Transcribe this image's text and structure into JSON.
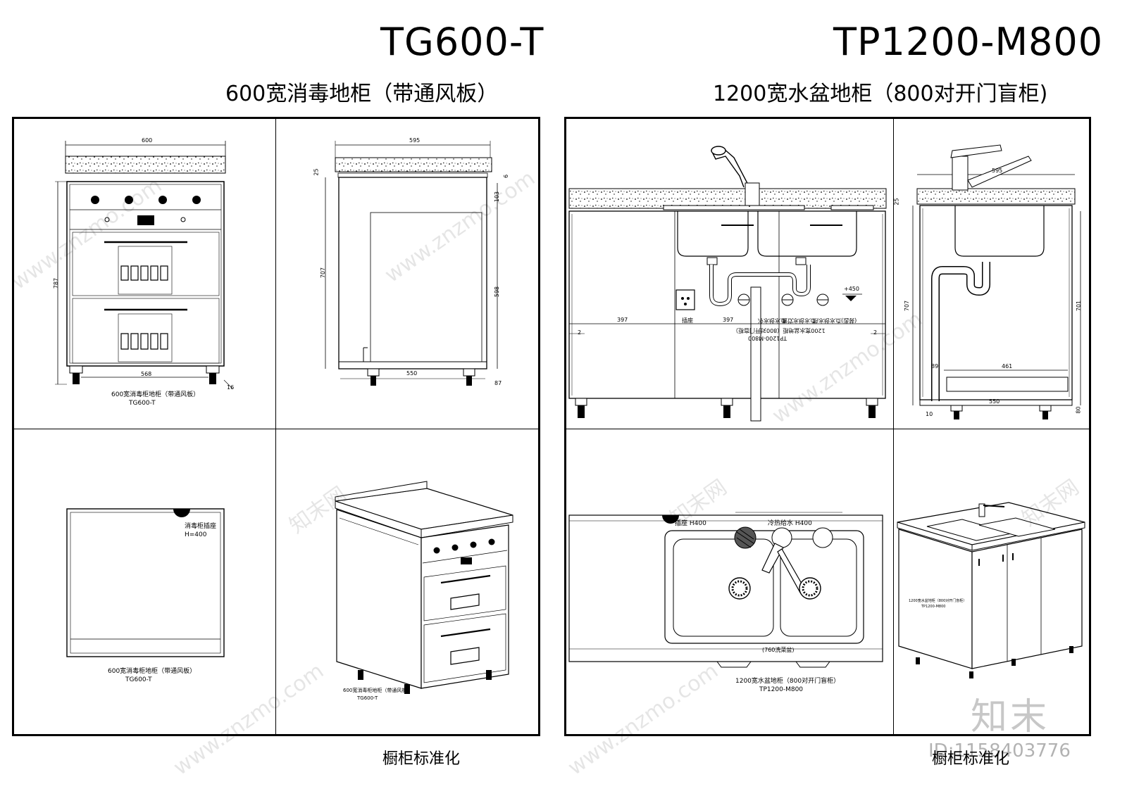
{
  "left": {
    "code": "TG600-T",
    "subtitle": "600宽消毒地柜（带通风板）",
    "front_view": {
      "dims": {
        "top": "600",
        "height": "787",
        "inner": "568",
        "foot": "16"
      },
      "caption_1": "600宽消毒柜地柜（带通风板）",
      "caption_2": "TG600-T"
    },
    "side_view": {
      "dims": {
        "width": "595",
        "top": "25",
        "right_top": "6",
        "d103": "103",
        "d707": "707",
        "d598": "598",
        "base": "550",
        "foot": "87"
      }
    },
    "plan_view": {
      "socket_label": "消毒柜插座",
      "socket_height": "H=400",
      "caption_1": "600宽消毒柜地柜（带通风板）",
      "caption_2": "TG600-T"
    },
    "iso_view": {
      "caption_1": "600宽消毒柜地柜（带通风板）",
      "caption_2": "TG600-T"
    },
    "footer": "橱柜标准化"
  },
  "right": {
    "code": "TP1200-M800",
    "subtitle": "1200宽水盆地柜（800对开门盲柜)",
    "front_view": {
      "dims": {
        "a": "397",
        "b": "397",
        "left_2": "2",
        "right_2": "2",
        "plus450": "+450"
      },
      "labels": [
        "插座",
        "冷水给水点",
        "直饮水给水点",
        "热水给水点(选装)"
      ],
      "mirror_caption_1": "1200宽水盆地柜（800对开门盲柜）",
      "mirror_caption_2": "TP1200-M800"
    },
    "side_view": {
      "dims": {
        "width": "595",
        "top": "25",
        "d707": "707",
        "d701": "701",
        "d89": "89",
        "d461": "461",
        "base": "550",
        "d10": "10",
        "d80": "80"
      }
    },
    "plan_view": {
      "socket_label": "插座 H400",
      "water_label": "冷热给水 H400",
      "sink_label": "(760洗菜盆)",
      "caption_1": "1200宽水盆地柜（800对开门盲柜）",
      "caption_2": "TP1200-M800"
    },
    "iso_view": {
      "caption_1": "1200宽水盆地柜（800对开门盲柜）",
      "caption_2": "TP1200-M800"
    },
    "footer": "橱柜标准化"
  },
  "watermark": {
    "url": "www.znzmo.com",
    "brand": "知末网",
    "logo": "知末",
    "id": "ID:1158403776"
  }
}
